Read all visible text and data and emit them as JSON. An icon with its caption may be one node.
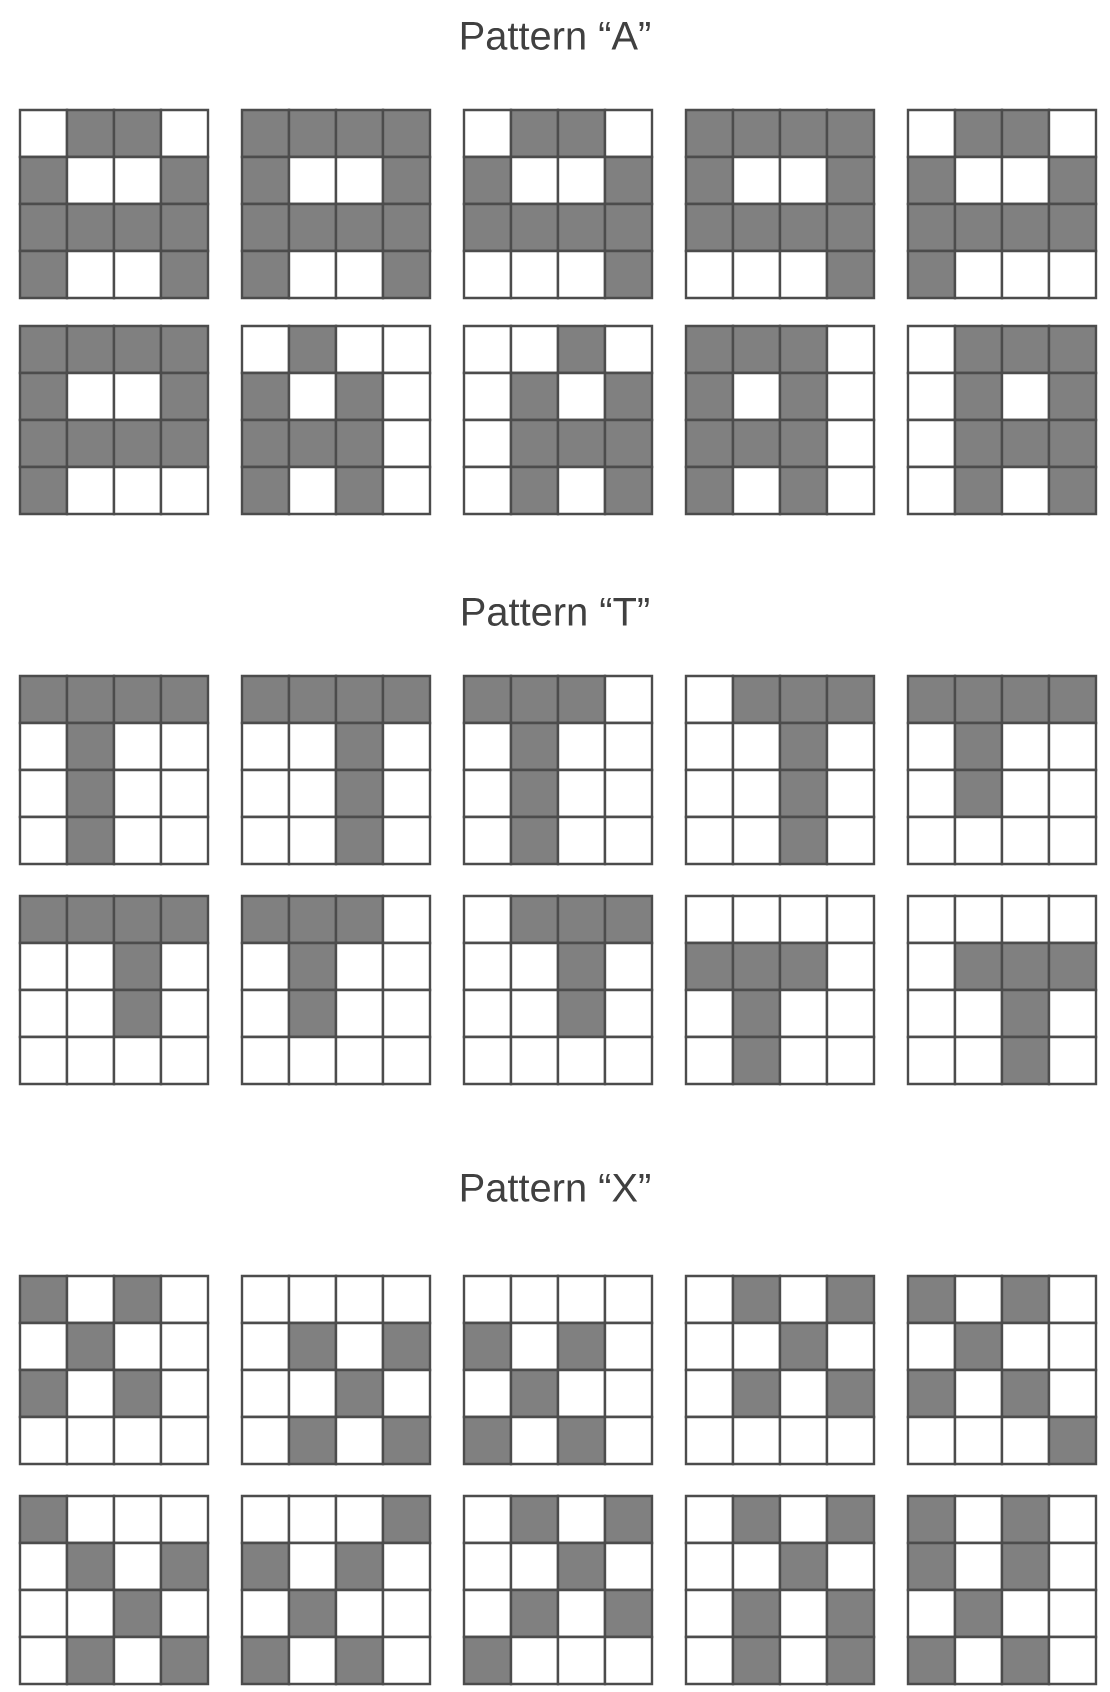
{
  "diagram": {
    "labels": [
      "Pattern “A”",
      "Pattern “T”",
      "Pattern “X”"
    ]
  }
}
